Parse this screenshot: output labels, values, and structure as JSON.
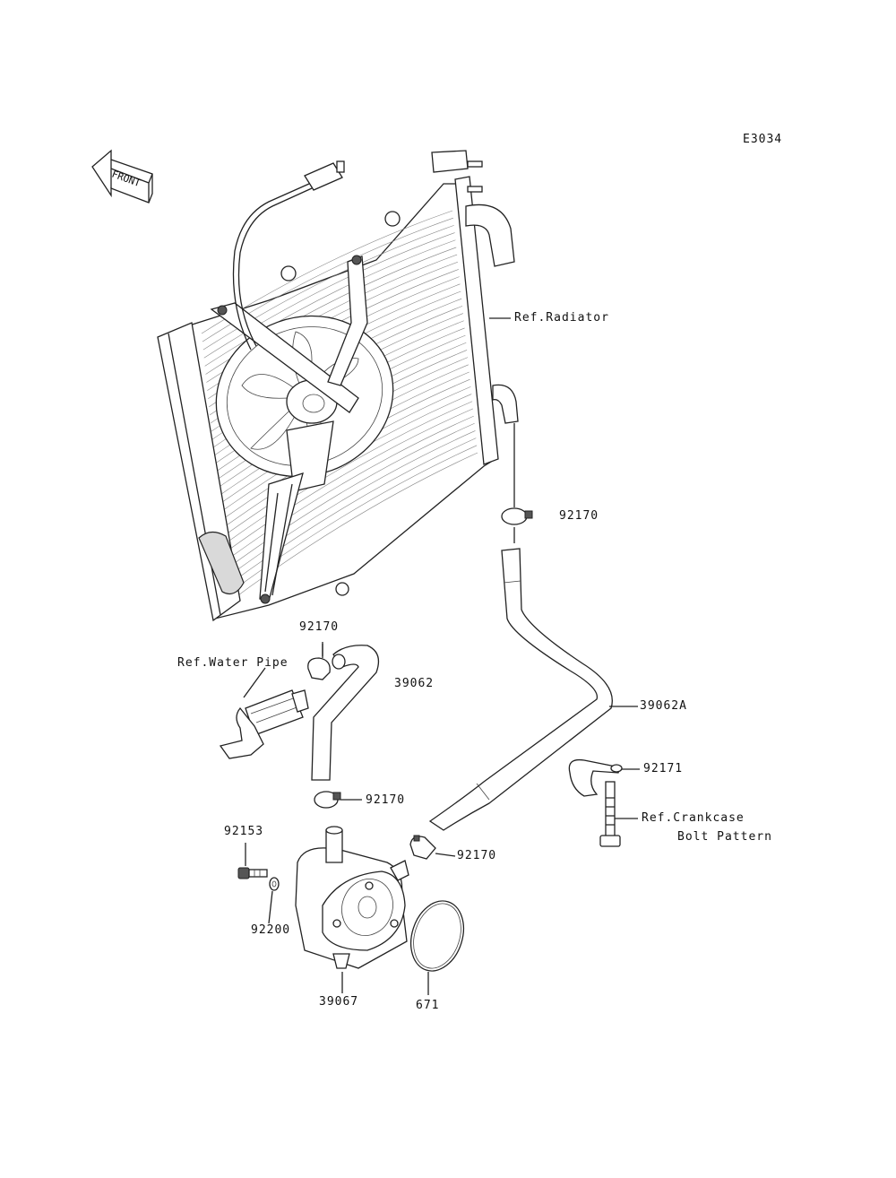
{
  "diagram_code": "E3034",
  "front_arrow_text": "FRONT",
  "labels": {
    "ref_radiator": "Ref.Radiator",
    "clamp_upper": "92170",
    "clamp_hose_top": "92170",
    "ref_water_pipe": "Ref.Water Pipe",
    "hose_39062": "39062",
    "hose_39062a": "39062A",
    "clamp_92171": "92171",
    "ref_crankcase": "Ref.Crankcase",
    "bolt_pattern": "Bolt Pattern",
    "clamp_mid": "92170",
    "clamp_cooler": "92170",
    "bolt_92153": "92153",
    "washer_92200": "92200",
    "cooler_39067": "39067",
    "oring_671": "671"
  }
}
